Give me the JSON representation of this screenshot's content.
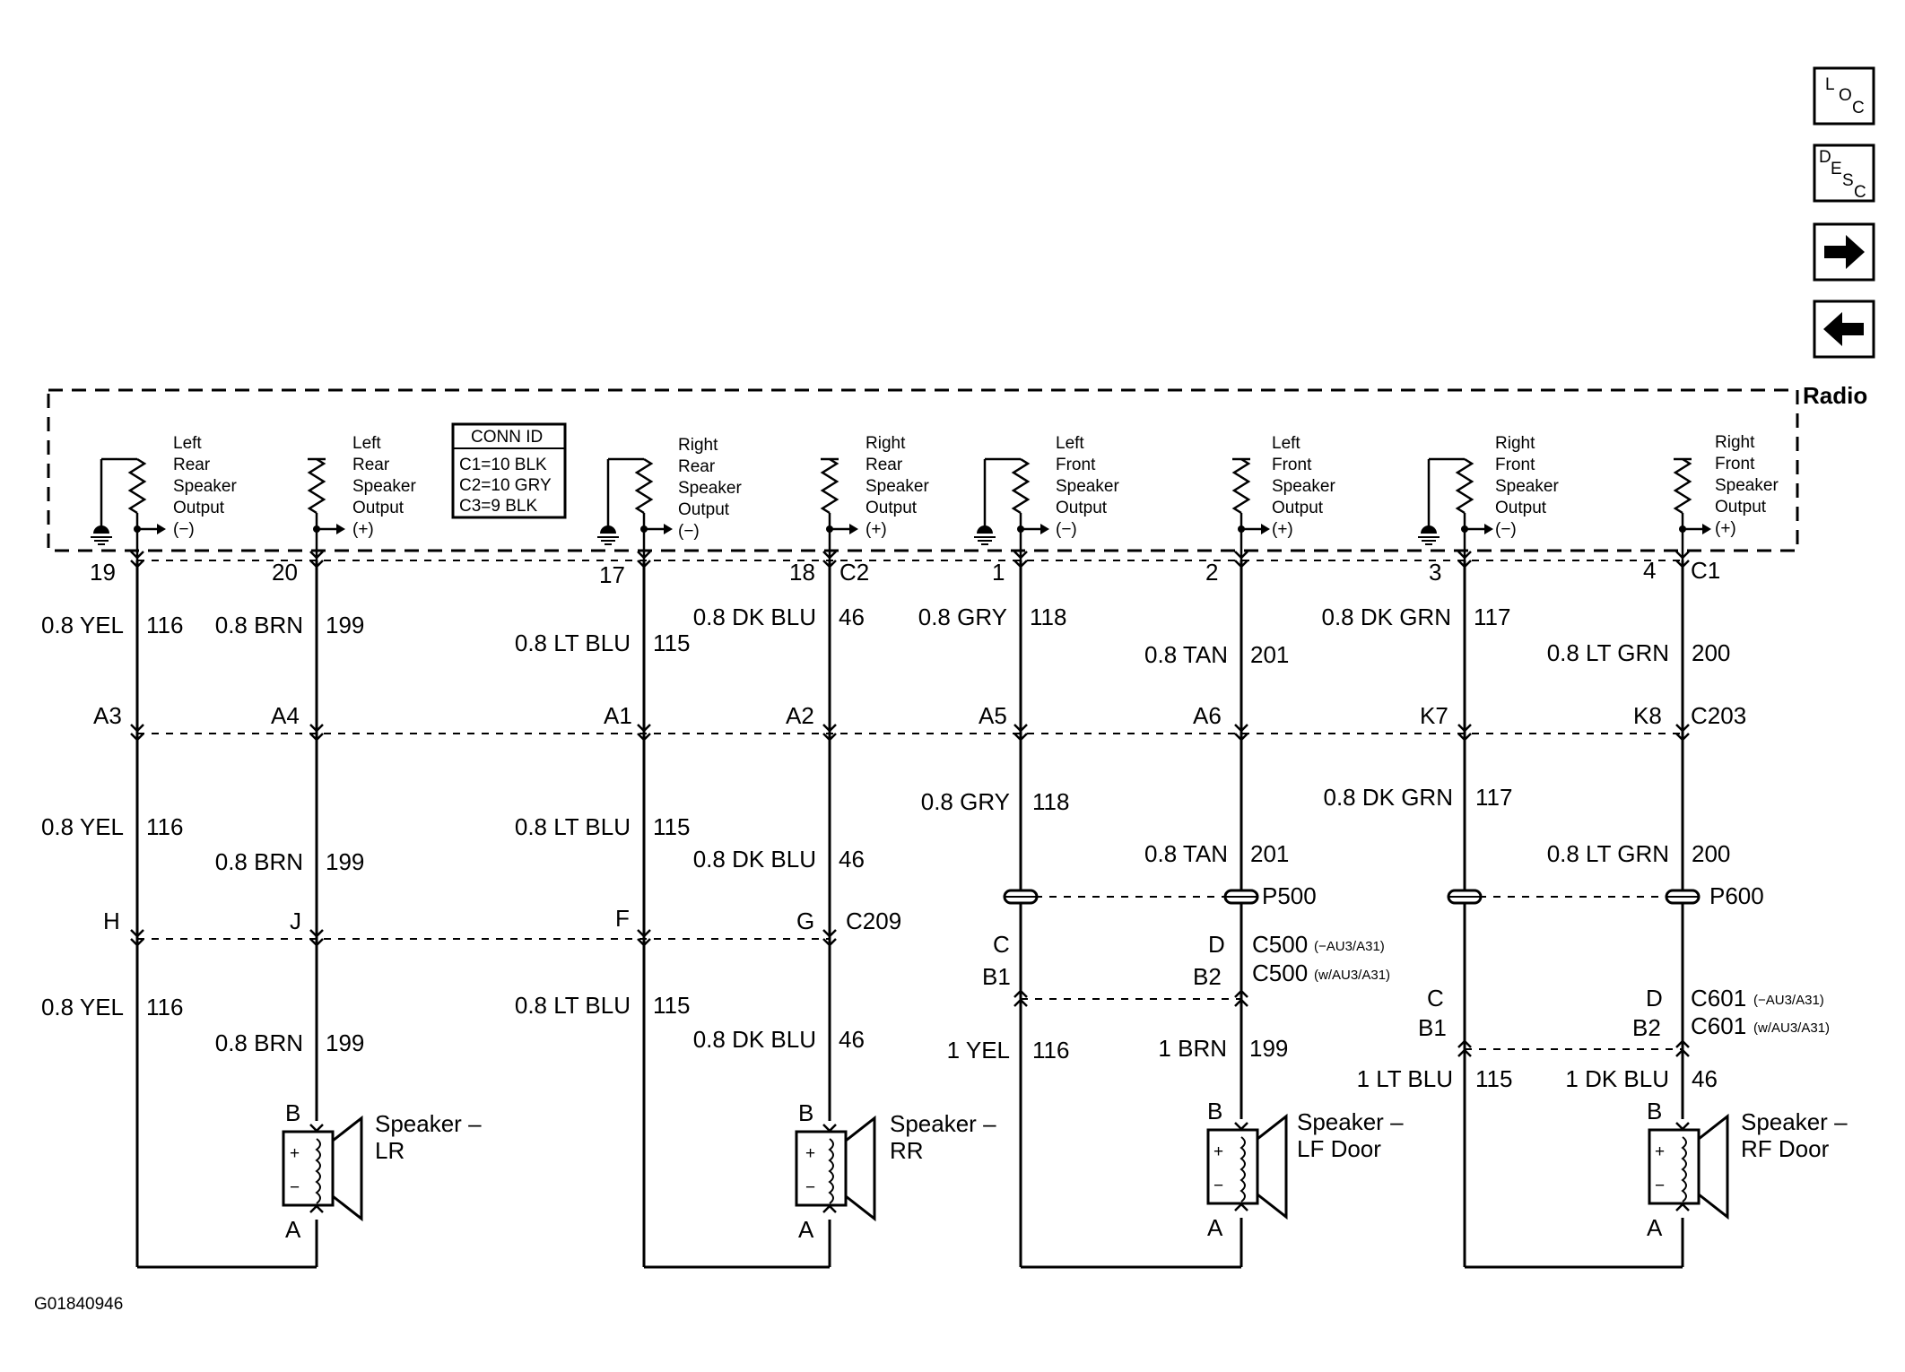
{
  "radio_label": "Radio",
  "figure_id": "G01840946",
  "nav": {
    "loc": {
      "a": "L",
      "b": "O",
      "c": "C"
    },
    "desc": {
      "a": "D",
      "b": "E",
      "c": "S",
      "d": "C"
    }
  },
  "conn_id": {
    "title": "CONN ID",
    "lines": [
      "C1=10 BLK",
      "C2=10 GRY",
      "C3=9 BLK"
    ]
  },
  "outputs": [
    {
      "lines": [
        "Left",
        "Rear",
        "Speaker",
        "Output",
        "(−)"
      ]
    },
    {
      "lines": [
        "Left",
        "Rear",
        "Speaker",
        "Output",
        "(+)"
      ]
    },
    {
      "lines": [
        "Right",
        "Rear",
        "Speaker",
        "Output",
        "(−)"
      ]
    },
    {
      "lines": [
        "Right",
        "Rear",
        "Speaker",
        "Output",
        "(+)"
      ]
    },
    {
      "lines": [
        "Left",
        "Front",
        "Speaker",
        "Output",
        "(−)"
      ]
    },
    {
      "lines": [
        "Left",
        "Front",
        "Speaker",
        "Output",
        "(+)"
      ]
    },
    {
      "lines": [
        "Right",
        "Front",
        "Speaker",
        "Output",
        "(−)"
      ]
    },
    {
      "lines": [
        "Right",
        "Front",
        "Speaker",
        "Output",
        "(+)"
      ]
    }
  ],
  "pins": [
    "19",
    "20",
    "17",
    "18",
    "1",
    "2",
    "3",
    "4"
  ],
  "radio_connectors": {
    "c2": "C2",
    "c1": "C1"
  },
  "wires_top": [
    {
      "color": "0.8 YEL",
      "circuit": "116"
    },
    {
      "color": "0.8 BRN",
      "circuit": "199"
    },
    {
      "color": "0.8 LT BLU",
      "circuit": "115"
    },
    {
      "color": "0.8 DK BLU",
      "circuit": "46"
    },
    {
      "color": "0.8 GRY",
      "circuit": "118"
    },
    {
      "color": "0.8 TAN",
      "circuit": "201"
    },
    {
      "color": "0.8 DK GRN",
      "circuit": "117"
    },
    {
      "color": "0.8 LT GRN",
      "circuit": "200"
    }
  ],
  "c203": {
    "name": "C203",
    "pins": [
      "A3",
      "A4",
      "A1",
      "A2",
      "A5",
      "A6",
      "K7",
      "K8"
    ]
  },
  "wires_mid": [
    {
      "color": "0.8 YEL",
      "circuit": "116"
    },
    {
      "color": "0.8 BRN",
      "circuit": "199"
    },
    {
      "color": "0.8 LT BLU",
      "circuit": "115"
    },
    {
      "color": "0.8 DK BLU",
      "circuit": "46"
    },
    {
      "color": "0.8 GRY",
      "circuit": "118"
    },
    {
      "color": "0.8 TAN",
      "circuit": "201"
    },
    {
      "color": "0.8 DK GRN",
      "circuit": "117"
    },
    {
      "color": "0.8 LT GRN",
      "circuit": "200"
    }
  ],
  "c209": {
    "name": "C209",
    "pins": [
      "H",
      "J",
      "F",
      "G"
    ]
  },
  "wires_rear_low": [
    {
      "color": "0.8 YEL",
      "circuit": "116"
    },
    {
      "color": "0.8 BRN",
      "circuit": "199"
    },
    {
      "color": "0.8 LT BLU",
      "circuit": "115"
    },
    {
      "color": "0.8 DK BLU",
      "circuit": "46"
    }
  ],
  "p500": "P500",
  "p600": "P600",
  "c500": {
    "pin_c": "C",
    "pin_d": "D",
    "pin_b1": "B1",
    "pin_b2": "B2",
    "name_a": "C500",
    "note_a": "(−AU3/A31)",
    "name_b": "C500",
    "note_b": "(w/AU3/A31)"
  },
  "c601": {
    "pin_c": "C",
    "pin_d": "D",
    "pin_b1": "B1",
    "pin_b2": "B2",
    "name_a": "C601",
    "note_a": "(−AU3/A31)",
    "name_b": "C601",
    "note_b": "(w/AU3/A31)"
  },
  "wires_front_low": [
    {
      "color": "1 YEL",
      "circuit": "116"
    },
    {
      "color": "1 BRN",
      "circuit": "199"
    },
    {
      "color": "1 LT BLU",
      "circuit": "115"
    },
    {
      "color": "1 DK BLU",
      "circuit": "46"
    }
  ],
  "speakers": [
    {
      "lines": [
        "Speaker –",
        "LR"
      ],
      "pin_b": "B",
      "pin_a": "A",
      "plus": "+",
      "minus": "−"
    },
    {
      "lines": [
        "Speaker –",
        "RR"
      ],
      "pin_b": "B",
      "pin_a": "A",
      "plus": "+",
      "minus": "−"
    },
    {
      "lines": [
        "Speaker –",
        "LF Door"
      ],
      "pin_b": "B",
      "pin_a": "A",
      "plus": "+",
      "minus": "−"
    },
    {
      "lines": [
        "Speaker –",
        "RF Door"
      ],
      "pin_b": "B",
      "pin_a": "A",
      "plus": "+",
      "minus": "−"
    }
  ]
}
